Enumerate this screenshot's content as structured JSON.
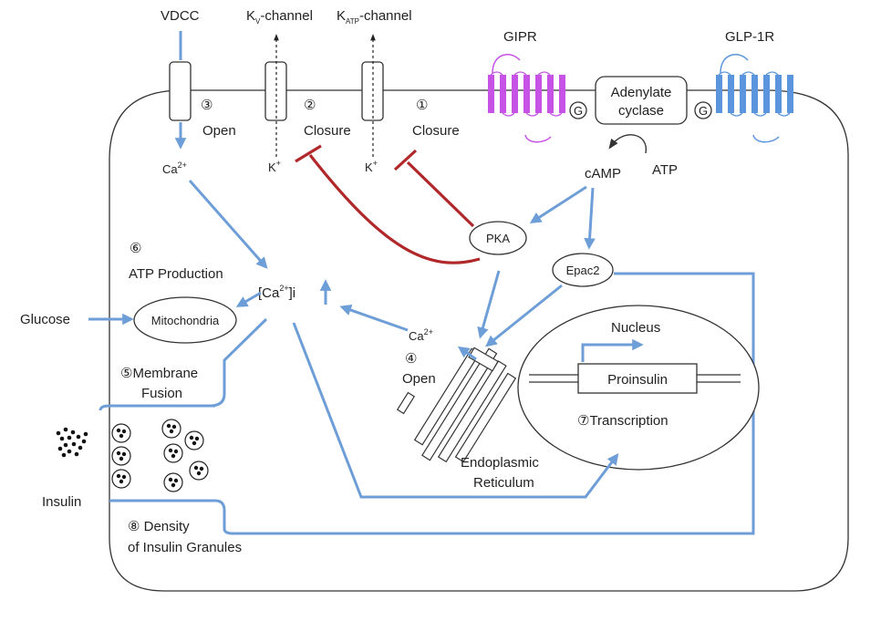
{
  "colors": {
    "arrow_blue": "#6e9ed8",
    "inhibit_red": "#b0282a",
    "gipr_magenta": "#c653e6",
    "glp1r_blue": "#5b95dd",
    "outline": "#333333"
  },
  "channels": {
    "vdcc": "VDCC",
    "kv_k": "K",
    "kv_sub": "V",
    "kv_rest": "-channel",
    "katp_k": "K",
    "katp_sub": "ATP",
    "katp_rest": "-channel"
  },
  "receptors": {
    "gipr": "GIPR",
    "glp1r": "GLP-1R",
    "g_left": "G",
    "g_right": "G",
    "adenylate_line1": "Adenylate",
    "adenylate_line2": "cyclase"
  },
  "steps": {
    "s1_num": "①",
    "s1_text": "Closure",
    "s2_num": "②",
    "s2_text": "Closure",
    "s3_num": "③",
    "s3_text": "Open",
    "s4_num": "④",
    "s4_text": "Open",
    "s5_text": "⑤Membrane",
    "s5_line2": "Fusion",
    "s6_num": "⑥",
    "s6_text": "ATP Production",
    "s7_text": "⑦Transcription",
    "s8_text": "⑧ Density",
    "s8_line2": "of Insulin Granules"
  },
  "ions": {
    "ca_vdcc": "Ca",
    "ca_vdcc_sup": "2+",
    "k1": "K",
    "k1_sup": "+",
    "k2": "K",
    "k2_sup": "+",
    "cai_prefix": "[Ca",
    "cai_sup": "2+",
    "cai_suffix": "]i",
    "ca_er": "Ca",
    "ca_er_sup": "2+"
  },
  "molecules": {
    "camp": "cAMP",
    "atp": "ATP",
    "pka": "PKA",
    "epac2": "Epac2",
    "glucose": "Glucose",
    "mitochondria": "Mitochondria",
    "insulin": "Insulin",
    "nucleus": "Nucleus",
    "proinsulin": "Proinsulin",
    "er_line1": "Endoplasmic",
    "er_line2": "Reticulum"
  }
}
